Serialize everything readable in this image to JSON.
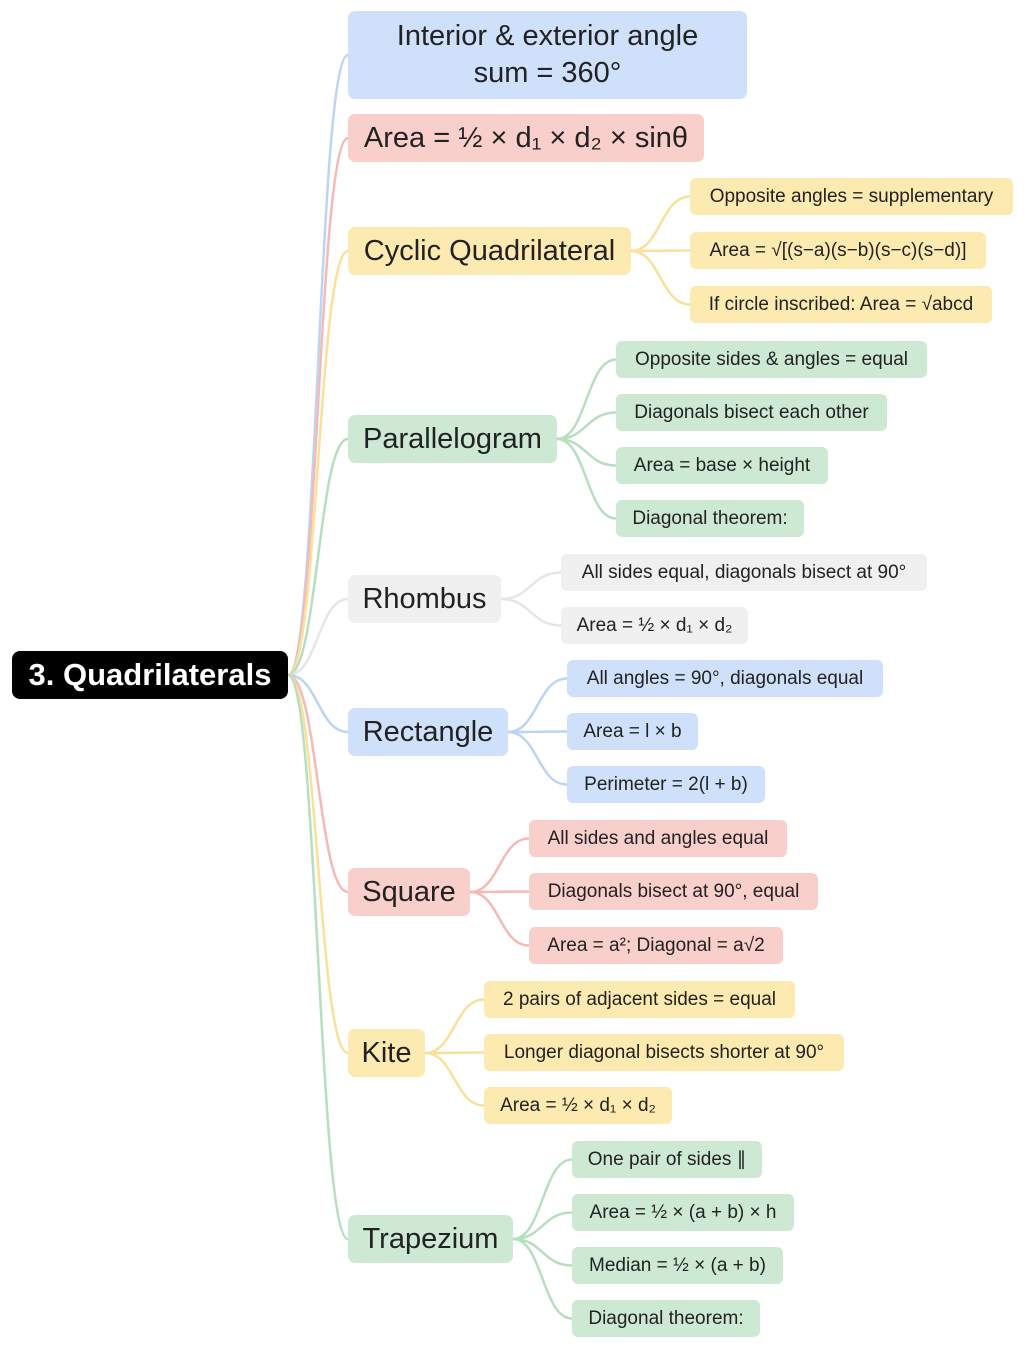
{
  "root": {
    "label": "3. Quadrilaterals"
  },
  "colors": {
    "blue": "#cfe0fb",
    "red": "#f9cfcc",
    "yellow": "#fdeab1",
    "green": "#cde9d4",
    "gray": "#f0f0f0",
    "line_blue": "#bcd4f7",
    "line_red": "#f5bab5",
    "line_yellow": "#fbe09a",
    "line_green": "#b6dfc1",
    "line_gray": "#e6e6e6"
  },
  "branches": [
    {
      "id": "angle-sum",
      "label": "Interior & exterior angle sum = 360°",
      "color": "blue",
      "children": []
    },
    {
      "id": "area-general",
      "label": "Area = ½ × d₁ × d₂ × sinθ",
      "color": "red",
      "children": []
    },
    {
      "id": "cyclic",
      "label": "Cyclic Quadrilateral",
      "color": "yellow",
      "children": [
        "Opposite angles = supplementary",
        "Area = √[(s−a)(s−b)(s−c)(s−d)]",
        "If circle inscribed: Area = √abcd"
      ]
    },
    {
      "id": "parallelogram",
      "label": "Parallelogram",
      "color": "green",
      "children": [
        "Opposite sides & angles = equal",
        "Diagonals bisect each other",
        "Area = base × height",
        "Diagonal theorem:"
      ]
    },
    {
      "id": "rhombus",
      "label": "Rhombus",
      "color": "gray",
      "children": [
        "All sides equal, diagonals bisect at 90°",
        "Area = ½ × d₁ × d₂"
      ]
    },
    {
      "id": "rectangle",
      "label": "Rectangle",
      "color": "blue",
      "children": [
        "All angles = 90°, diagonals equal",
        "Area = l × b",
        "Perimeter = 2(l + b)"
      ]
    },
    {
      "id": "square",
      "label": "Square",
      "color": "red",
      "children": [
        "All sides and angles equal",
        "Diagonals bisect at 90°, equal",
        "Area = a²; Diagonal = a√2"
      ]
    },
    {
      "id": "kite",
      "label": "Kite",
      "color": "yellow",
      "children": [
        "2 pairs of adjacent sides = equal",
        "Longer diagonal bisects shorter at 90°",
        "Area = ½ × d₁ × d₂"
      ]
    },
    {
      "id": "trapezium",
      "label": "Trapezium",
      "color": "green",
      "children": [
        "One pair of sides ∥",
        "Area = ½ × (a + b) × h",
        "Median = ½ × (a + b)",
        "Diagonal theorem:"
      ]
    }
  ]
}
